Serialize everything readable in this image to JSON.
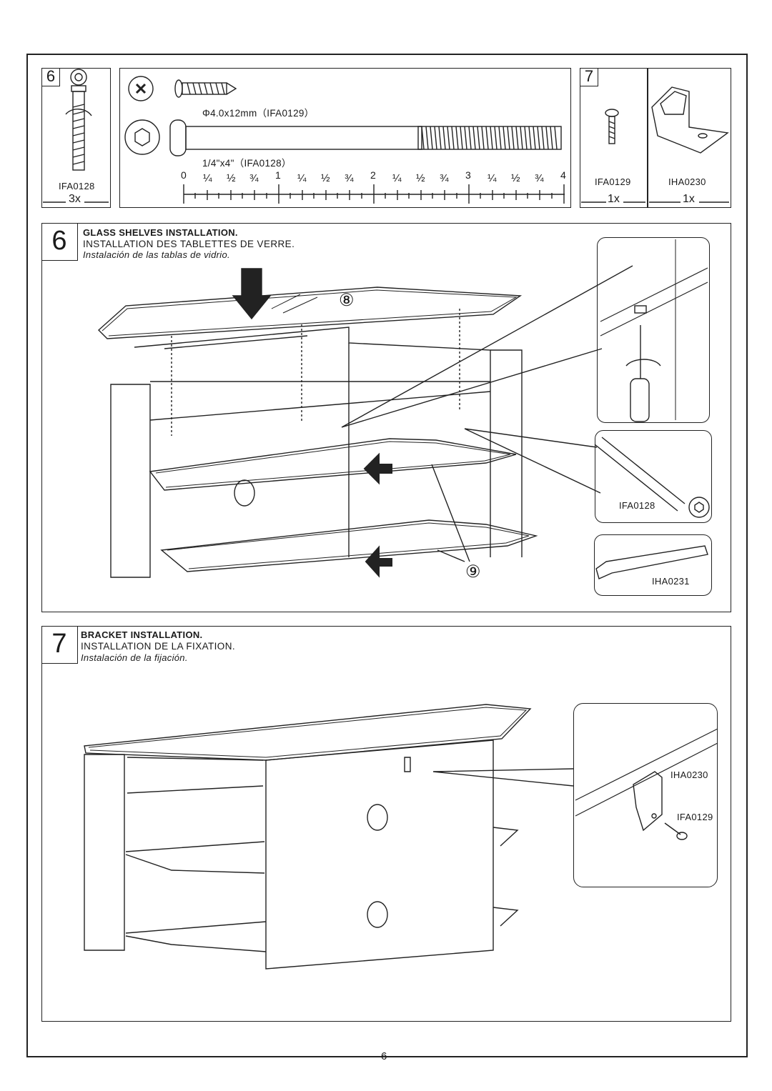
{
  "parts_header": {
    "step6_num": "6",
    "step7_num": "7",
    "bolt_left": {
      "code": "IFA0128",
      "qty": "3x"
    },
    "screw_small_label": "Φ4.0x12mm（IFA0129）",
    "bolt_long_label": "1/4\"x4\"（IFA0128）",
    "ruler": {
      "whole": [
        "0",
        "1",
        "2",
        "3",
        "4"
      ],
      "fractions": [
        "¼",
        "½",
        "¾"
      ]
    },
    "step7_parts": [
      {
        "code": "IFA0129",
        "qty": "1x",
        "icon": "screw-icon"
      },
      {
        "code": "IHA0230",
        "qty": "1x",
        "icon": "bracket-icon"
      }
    ]
  },
  "step6": {
    "number": "6",
    "title_en": "GLASS SHELVES INSTALLATION.",
    "title_fr": "INSTALLATION DES TABLETTES DE VERRE.",
    "title_es": "Instalación de las tablas de vidrio.",
    "callout_8": "⑧",
    "callout_9": "⑨",
    "detail_bolt_code": "IFA0128",
    "detail_key_code": "IHA0231"
  },
  "step7": {
    "number": "7",
    "title_en": "BRACKET INSTALLATION.",
    "title_fr": "INSTALLATION DE  LA FIXATION.",
    "title_es": "Instalación de la fijación.",
    "detail_bracket_code": "IHA0230",
    "detail_screw_code": "IFA0129"
  },
  "footer": {
    "page_number": "6"
  }
}
